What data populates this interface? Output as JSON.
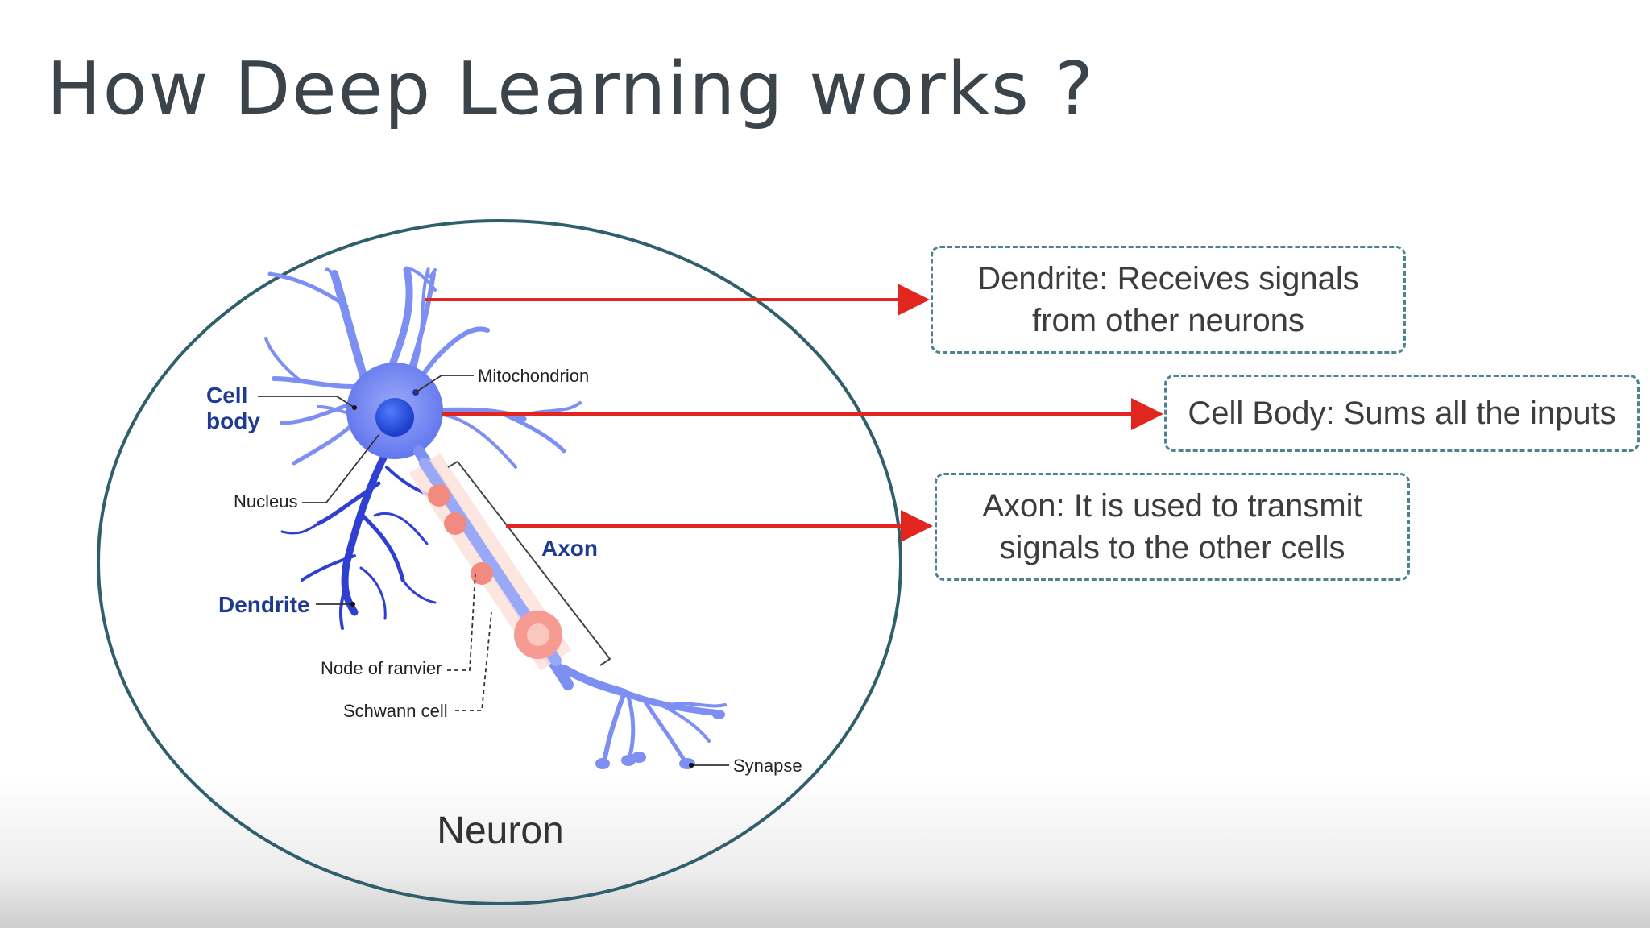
{
  "title": "How Deep Learning works ?",
  "neuron": {
    "caption": "Neuron",
    "labels": {
      "cell_body_line1": "Cell",
      "cell_body_line2": "body",
      "mitochondrion": "Mitochondrion",
      "nucleus": "Nucleus",
      "dendrite": "Dendrite",
      "axon": "Axon",
      "node_of_ranvier": "Node of ranvier",
      "schwann_cell": "Schwann cell",
      "synapse": "Synapse"
    }
  },
  "callouts": {
    "dendrite": {
      "line1": "Dendrite: Receives signals",
      "line2": "from other neurons"
    },
    "cell_body": {
      "line1": "Cell Body: Sums all the inputs"
    },
    "axon": {
      "line1": "Axon: It is used to transmit",
      "line2": "signals to the other cells"
    }
  },
  "colors": {
    "title": "#3b434b",
    "neuron_fill": "#7d8ff3",
    "nucleus": "#2a55d8",
    "dendrite_dark": "#2f3fd0",
    "myelin": "#f4a59a",
    "arrow": "#e0261e",
    "callout_border": "#4d8391",
    "ellipse": "#2f5f6b"
  }
}
